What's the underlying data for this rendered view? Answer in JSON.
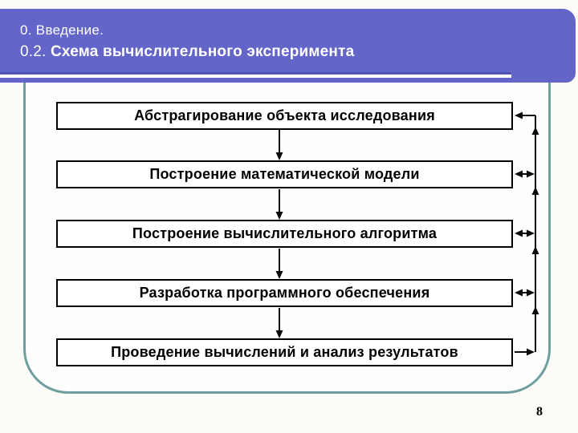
{
  "header": {
    "line1": "0. Введение.",
    "line2_prefix": "0.2. ",
    "line2_title": "Схема вычислительного эксперимента"
  },
  "diagram": {
    "type": "flowchart",
    "boxes": [
      "Абстрагирование объекта исследования",
      "Построение математической модели",
      "Построение вычислительного алгоритма",
      "Разработка программного обеспечения",
      "Проведение вычислений и анализ результатов"
    ],
    "edges": [
      {
        "from": "box1",
        "to": "box2",
        "style": "arrow-down"
      },
      {
        "from": "box2",
        "to": "box3",
        "style": "arrow-down"
      },
      {
        "from": "box3",
        "to": "box4",
        "style": "arrow-down"
      },
      {
        "from": "box4",
        "to": "box5",
        "style": "arrow-down"
      },
      {
        "from": "box5",
        "to": "feedback-line",
        "style": "arrow-right"
      },
      {
        "from": "box4",
        "to": "feedback-line",
        "style": "double-arrow"
      },
      {
        "from": "box3",
        "to": "feedback-line",
        "style": "double-arrow"
      },
      {
        "from": "box2",
        "to": "feedback-line",
        "style": "double-arrow"
      },
      {
        "from": "feedback-line",
        "to": "box1",
        "style": "arrow-left-upward-feedback"
      }
    ]
  },
  "footer": {
    "page_number": "8"
  },
  "colors": {
    "banner": "#6365c9",
    "banner_underline": "#ffffff",
    "banner_underline_shadow": "#4c4fae",
    "frame_border": "#6f9e9e",
    "box_background": "#ffffff",
    "box_border": "#000000",
    "arrow": "#0a0a0a",
    "header_text": "#ffffff"
  }
}
